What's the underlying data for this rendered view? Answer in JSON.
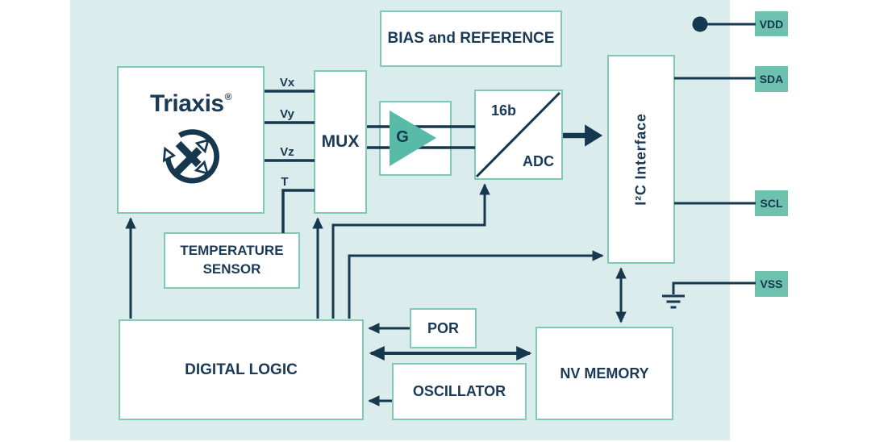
{
  "diagram": {
    "type": "ic-block-diagram",
    "blocks": {
      "triaxis": {
        "label": "Triaxis",
        "reg": "®"
      },
      "mux": {
        "label": "MUX"
      },
      "bias": {
        "label": "BIAS and REFERENCE"
      },
      "gain": {
        "label": "G"
      },
      "adc": {
        "bits": "16b",
        "label": "ADC"
      },
      "i2c": {
        "label": "I²C Interface"
      },
      "temperature_sensor": {
        "label": "TEMPERATURE SENSOR"
      },
      "digital_logic": {
        "label": "DIGITAL LOGIC"
      },
      "por": {
        "label": "POR"
      },
      "oscillator": {
        "label": "OSCILLATOR"
      },
      "nv_memory": {
        "label": "NV MEMORY"
      }
    },
    "signals": {
      "vx": "Vx",
      "vy": "Vy",
      "vz": "Vz",
      "t": "T"
    },
    "pins": {
      "vdd": {
        "label": "VDD"
      },
      "sda": {
        "label": "SDA"
      },
      "scl": {
        "label": "SCL"
      },
      "vss": {
        "label": "VSS"
      }
    },
    "colors": {
      "panel_background": "#dbecec",
      "block_border": "#7fc9b6",
      "wire_navy": "#16384f",
      "text_navy": "#1b3a55",
      "pin_fill": "#6dc1ae",
      "gain_triangle": "#57bba8"
    }
  }
}
